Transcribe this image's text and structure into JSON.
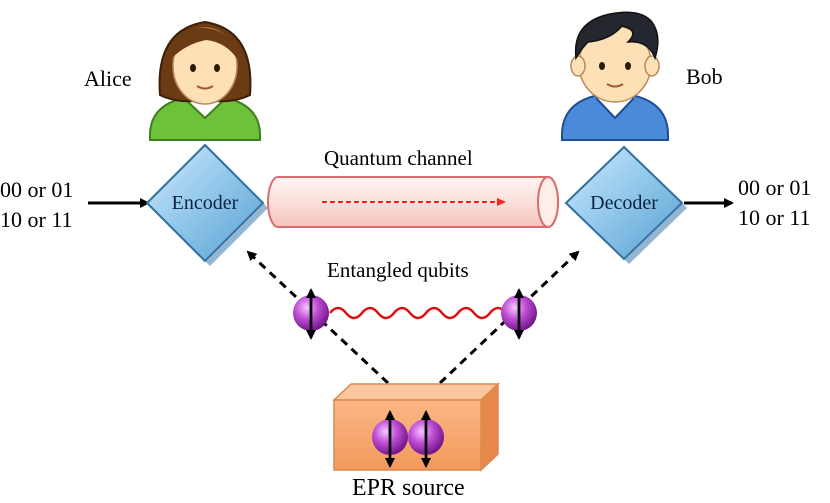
{
  "alice": {
    "label": "Alice"
  },
  "bob": {
    "label": "Bob"
  },
  "encoder": {
    "label": "Encoder"
  },
  "decoder": {
    "label": "Decoder"
  },
  "input_bits": {
    "line1": "00 or 01",
    "line2": "10 or 11"
  },
  "output_bits": {
    "line1": "00 or 01",
    "line2": "10 or 11"
  },
  "quantum_channel": {
    "label": "Quantum channel"
  },
  "entangled": {
    "label": "Entangled qubits"
  },
  "epr": {
    "label": "EPR source"
  },
  "colors": {
    "diamond_fill": "#8fc6ea",
    "diamond_stroke": "#2e6f9f",
    "channel_fill": "#fbe3df",
    "channel_stroke": "#d96d6d",
    "channel_arrow": "#ff2020",
    "wave": "#e01010",
    "qubit": "#b23ec8",
    "epr_box": "#f7a56d"
  }
}
